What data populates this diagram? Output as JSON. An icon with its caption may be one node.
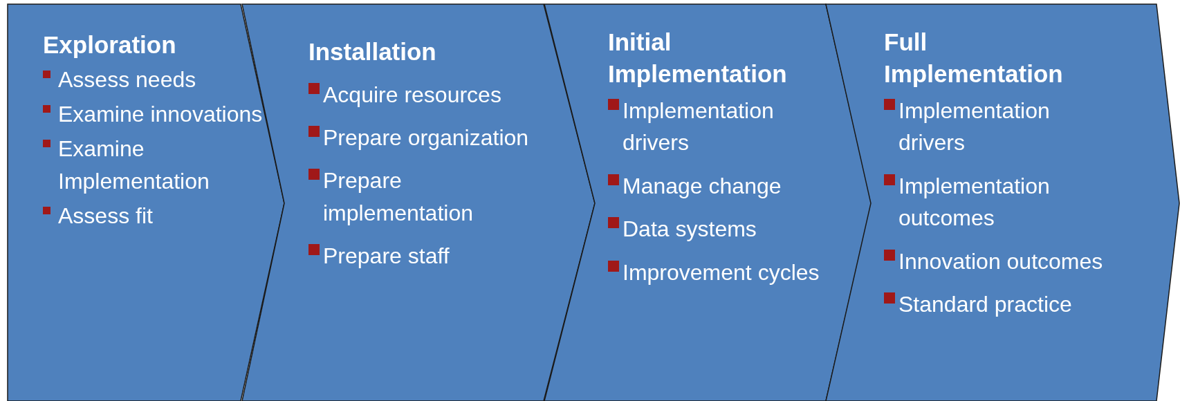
{
  "diagram": {
    "nodes": [
      {
        "text": [
          "Exploration",
          "Assess needs",
          "Examine innovations",
          "Examine Implementation",
          "Assess fit"
        ]
      },
      {
        "text": [
          "Installation",
          "Acquire resources",
          "Prepare organization",
          "Prepare implementation",
          "Prepare staff"
        ]
      },
      {
        "text": [
          "Initial Implementation",
          "Implementation drivers",
          "Manage change",
          "Data systems",
          "Improvement cycles"
        ]
      },
      {
        "text": [
          "Full Implementation",
          "Implementation drivers",
          "Implementation outcomes",
          "Innovation outcomes",
          "Standard practice"
        ]
      }
    ]
  }
}
